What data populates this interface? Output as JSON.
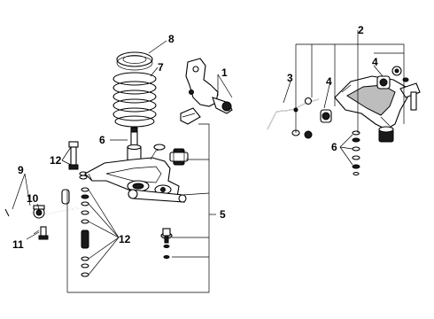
{
  "callouts": {
    "c1": "1",
    "c2": "2",
    "c3": "3",
    "c4a": "4",
    "c4b": "4",
    "c5": "5",
    "c6a": "6",
    "c6b": "6",
    "c7": "7",
    "c8": "8",
    "c9": "9",
    "c10": "10",
    "c11": "11",
    "c12a": "12",
    "c12b": "12"
  }
}
